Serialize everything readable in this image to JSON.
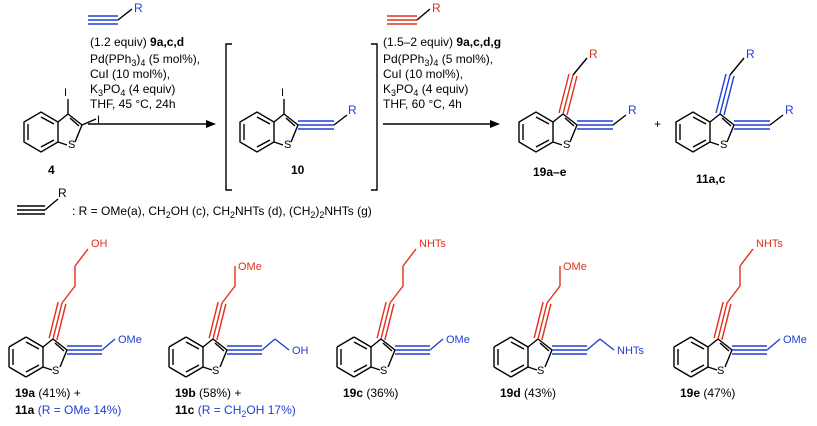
{
  "step1": {
    "r_label": "R",
    "reagent_1": "(1.2 equiv) ",
    "reagent_1_bold": "9a,c,d",
    "cat_1": "Pd(PPh",
    "cat_1_sub": "3",
    "cat_1_end": ")",
    "cat_1_sub2": "4",
    "cat_1_tail": " (5 mol%),",
    "cat_2": "CuI (10 mol%),",
    "base_1": "K",
    "base_1_sub": "3",
    "base_1_mid": "PO",
    "base_1_sub2": "4",
    "base_1_tail": " (4 equiv)",
    "cond": "THF, 45 °C, 24h"
  },
  "step2": {
    "r_label": "R",
    "reagent_1": "(1.5–2 equiv) ",
    "reagent_1_bold": "9a,c,d,g",
    "cat_1": "Pd(PPh",
    "cat_1_sub": "3",
    "cat_1_end": ")",
    "cat_1_sub2": "4",
    "cat_1_tail": " (5 mol%),",
    "cat_2": "CuI (10 mol%),",
    "base_1": "K",
    "base_1_sub": "3",
    "base_1_mid": "PO",
    "base_1_sub2": "4",
    "base_1_tail": " (4 equiv)",
    "cond": "THF, 60 °C, 4h"
  },
  "compounds": {
    "start": "4",
    "intermediate": "10",
    "product_main": "19a–e",
    "product_side": "11a,c",
    "plus": "+",
    "atom_i": "I",
    "atom_s": "S",
    "atom_r": "R"
  },
  "legend": {
    "r_label": "R",
    "text": ": R = OMe(a), CH",
    "text_sub1": "2",
    "text_2": "OH (c), CH",
    "text_sub2": "2",
    "text_3": "NHTs (d), (CH",
    "text_sub3": "2",
    "text_4": ")",
    "text_sub4": "2",
    "text_5": "NHTs (g)"
  },
  "examples": [
    {
      "top": "OH",
      "bottom": "OMe",
      "label_bold": "19a",
      "label_rest": " (41%) +",
      "line2_bold": "11a",
      "line2_rest": " (R = OMe 14%)"
    },
    {
      "top": "OMe",
      "bottom": "OH",
      "label_bold": "19b",
      "label_rest": " (58%) +",
      "line2_bold": "11c",
      "line2_rest": " (R = CH",
      "line2_sub": "2",
      "line2_end": "OH 17%)"
    },
    {
      "top": "NHTs",
      "bottom": "OMe",
      "label_bold": "19c",
      "label_rest": " (36%)"
    },
    {
      "top": "OMe",
      "bottom": "NHTs",
      "label_bold": "19d",
      "label_rest": " (43%)"
    },
    {
      "top": "NHTs",
      "bottom": "OMe",
      "label_bold": "19e",
      "label_rest": " (47%)"
    }
  ],
  "colors": {
    "first_alkyne": "#1f3fd6",
    "second_alkyne": "#e0301e"
  }
}
